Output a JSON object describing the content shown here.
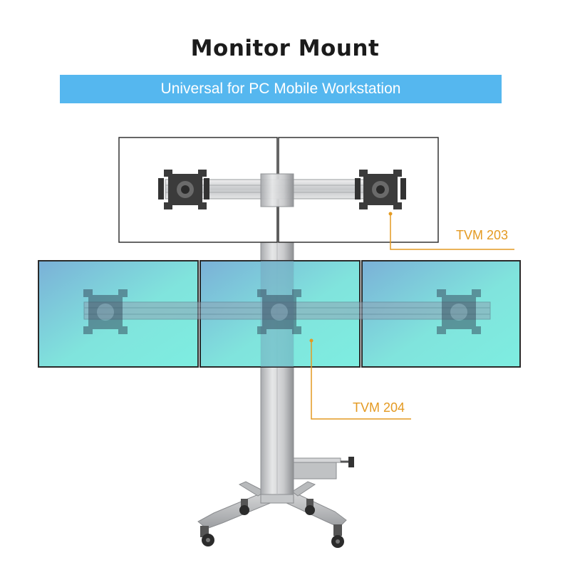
{
  "header": {
    "title": "Monitor Mount",
    "subtitle": "Universal for PC Mobile Workstation"
  },
  "callouts": {
    "upper_model": "TVM 203",
    "lower_model": "TVM 204"
  },
  "product": {
    "upper_row_screens": 2,
    "lower_row_screens": 3,
    "upper_row_style": "outline",
    "lower_row_style": "translucent-blue"
  },
  "colors": {
    "banner": "#55b7ef",
    "callout": "#e49a22",
    "title": "#1b1b1b"
  }
}
